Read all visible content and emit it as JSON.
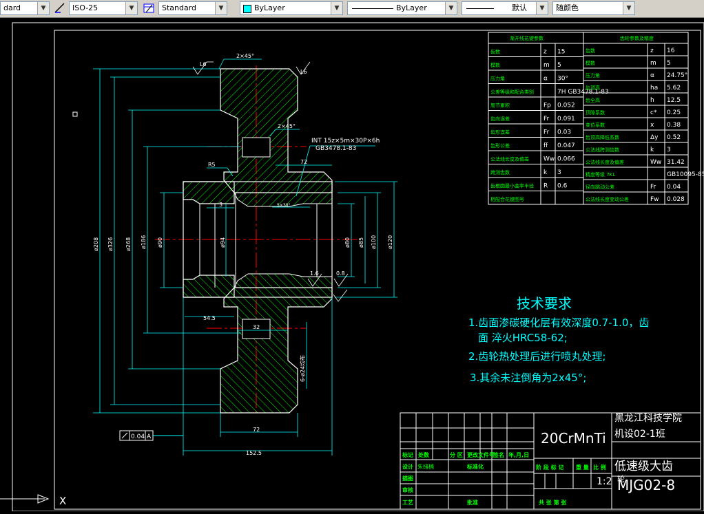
{
  "toolbar": {
    "textstyle": "dard",
    "dimstyle": "ISO-25",
    "tablestyle": "Standard",
    "layer": "ByLayer",
    "linetype": "ByLayer",
    "lineweight": "默认",
    "plotstyle": "随颜色"
  },
  "colors": {
    "background": "#000000",
    "cyan": "#00ffff",
    "white": "#ffffff",
    "yellow": "#ffff00",
    "green": "#00ff00",
    "red": "#ff0000"
  },
  "dims": {
    "chamfer_top": "2×45°",
    "chamfer_mid": "2×45°",
    "rough_l": "L6",
    "rough_r": "L6",
    "spline": "INT 15z×5m×30P×6h",
    "spline_std": "GB3478.1-83",
    "d72_top": "72",
    "r5": "R5",
    "d3": "3",
    "chamfer_in": "5×30°",
    "d208": "ø208",
    "d326": "ø326",
    "d268": "ø268",
    "d186": "ø186",
    "d90": "ø90",
    "d94": "ø94",
    "d80": "ø80",
    "d85": "ø85",
    "d100": "ø100",
    "d120": "ø120",
    "r16": "1.6",
    "r08": "0.8",
    "d54": "54.5",
    "d32": "32",
    "holes": "6-ø24均布",
    "d72_bot": "72",
    "d152": "152.5",
    "tol_sym": "0.04",
    "tol_ref": "A"
  },
  "tech": {
    "title": "技术要求",
    "l1": "1.齿面渗碳硬化层有效深度0.7-1.0，齿",
    "l1b": "面    淬火HRC58-62;",
    "l2": "2.齿轮热处理后进行喷丸处理;",
    "l3": "3.其余未注倒角为2x45°;"
  },
  "spline_table": {
    "title": "渐开线花键参数",
    "rows": [
      [
        "齿数",
        "z",
        "15"
      ],
      [
        "模数",
        "m",
        "5"
      ],
      [
        "压力角",
        "α",
        "30°"
      ],
      [
        "公差等级和配合类别",
        "",
        "7H GB3478.1-83"
      ],
      [
        "周节累积",
        "Fp",
        "0.052"
      ],
      [
        "齿向误差",
        "Fr",
        "0.091"
      ],
      [
        "齿形误差",
        "Fr",
        "0.03"
      ],
      [
        "齿形公差",
        "ff",
        "0.047"
      ],
      [
        "公法线长度及偏差",
        "Ww",
        "0.066"
      ],
      [
        "跨测齿数",
        "k",
        "3"
      ],
      [
        "齿根圆最小曲率半径",
        "R",
        "0.6"
      ],
      [
        "相配合花键图号",
        "",
        ""
      ]
    ]
  },
  "gear_table": {
    "title": "齿轮参数及精度",
    "rows": [
      [
        "齿数",
        "z",
        "16"
      ],
      [
        "模数",
        "m",
        "5"
      ],
      [
        "压力角",
        "α",
        "24.75°"
      ],
      [
        "齿顶高",
        "ha",
        "5.62"
      ],
      [
        "齿全高",
        "h",
        "12.5"
      ],
      [
        "顶隙系数",
        "c*",
        "0.25"
      ],
      [
        "变位系数",
        "x",
        "0.38"
      ],
      [
        "齿顶高降低系数",
        "Δy",
        "0.52"
      ],
      [
        "公法线跨测齿数",
        "k",
        "3"
      ],
      [
        "公法线长度及偏差",
        "Ww",
        "31.42"
      ],
      [
        "精度等级 7KL",
        "",
        "GB10095-85"
      ],
      [
        "径向跳动公差",
        "Fr",
        "0.04"
      ],
      [
        "公法线长度变动公差",
        "Fw",
        "0.028"
      ]
    ]
  },
  "title_block": {
    "material": "20CrMnTi",
    "school": "黑龙江科技学院",
    "class": "机设02-1班",
    "name": "低速级大齿",
    "code": "MJG02-8",
    "scale": "1:2",
    "ratio_tail": "轮",
    "h_mark": "标记",
    "h_count": "处数",
    "h_zone": "分 区",
    "h_docno": "更改文件号",
    "h_sign": "签名",
    "h_date": "年,月,日",
    "design": "设计",
    "designer": "朱绪楠",
    "standard": "标准化",
    "drawing": "描图",
    "review": "审核",
    "process": "工艺",
    "approve": "批准",
    "stage": "阶 段 标 记",
    "weight": "重 量",
    "scale_lbl": "比 例",
    "sheets": "共   张   第   张"
  }
}
